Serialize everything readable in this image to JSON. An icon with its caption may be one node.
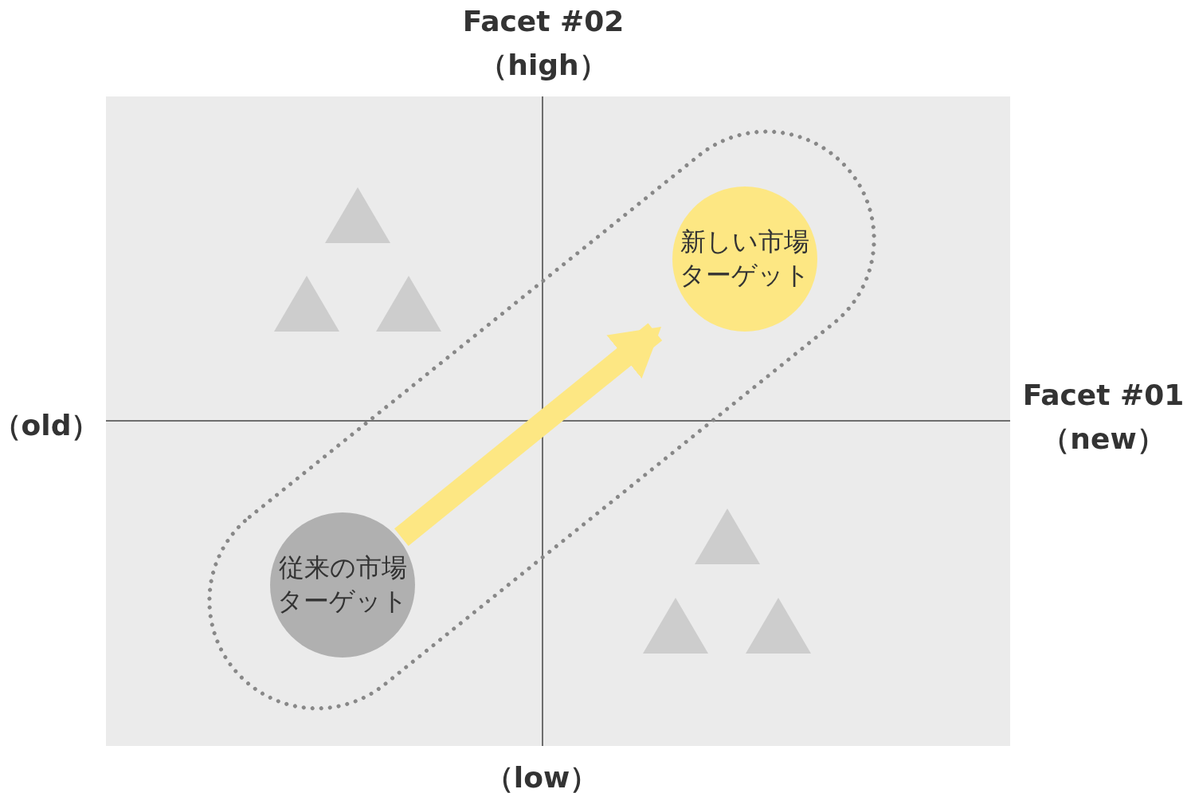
{
  "diagram": {
    "nodes": [
      {
        "text": [
          "従来の市場ターゲット"
        ]
      },
      {
        "text": [
          "新しい市場ターゲット"
        ]
      }
    ],
    "edges": [
      {
        "from": 0,
        "to": 1,
        "arrow": "to"
      }
    ],
    "labels": [
      "Facet #02",
      "（high）",
      "（old）",
      "Facet #01",
      "（new）",
      "（low）"
    ]
  }
}
